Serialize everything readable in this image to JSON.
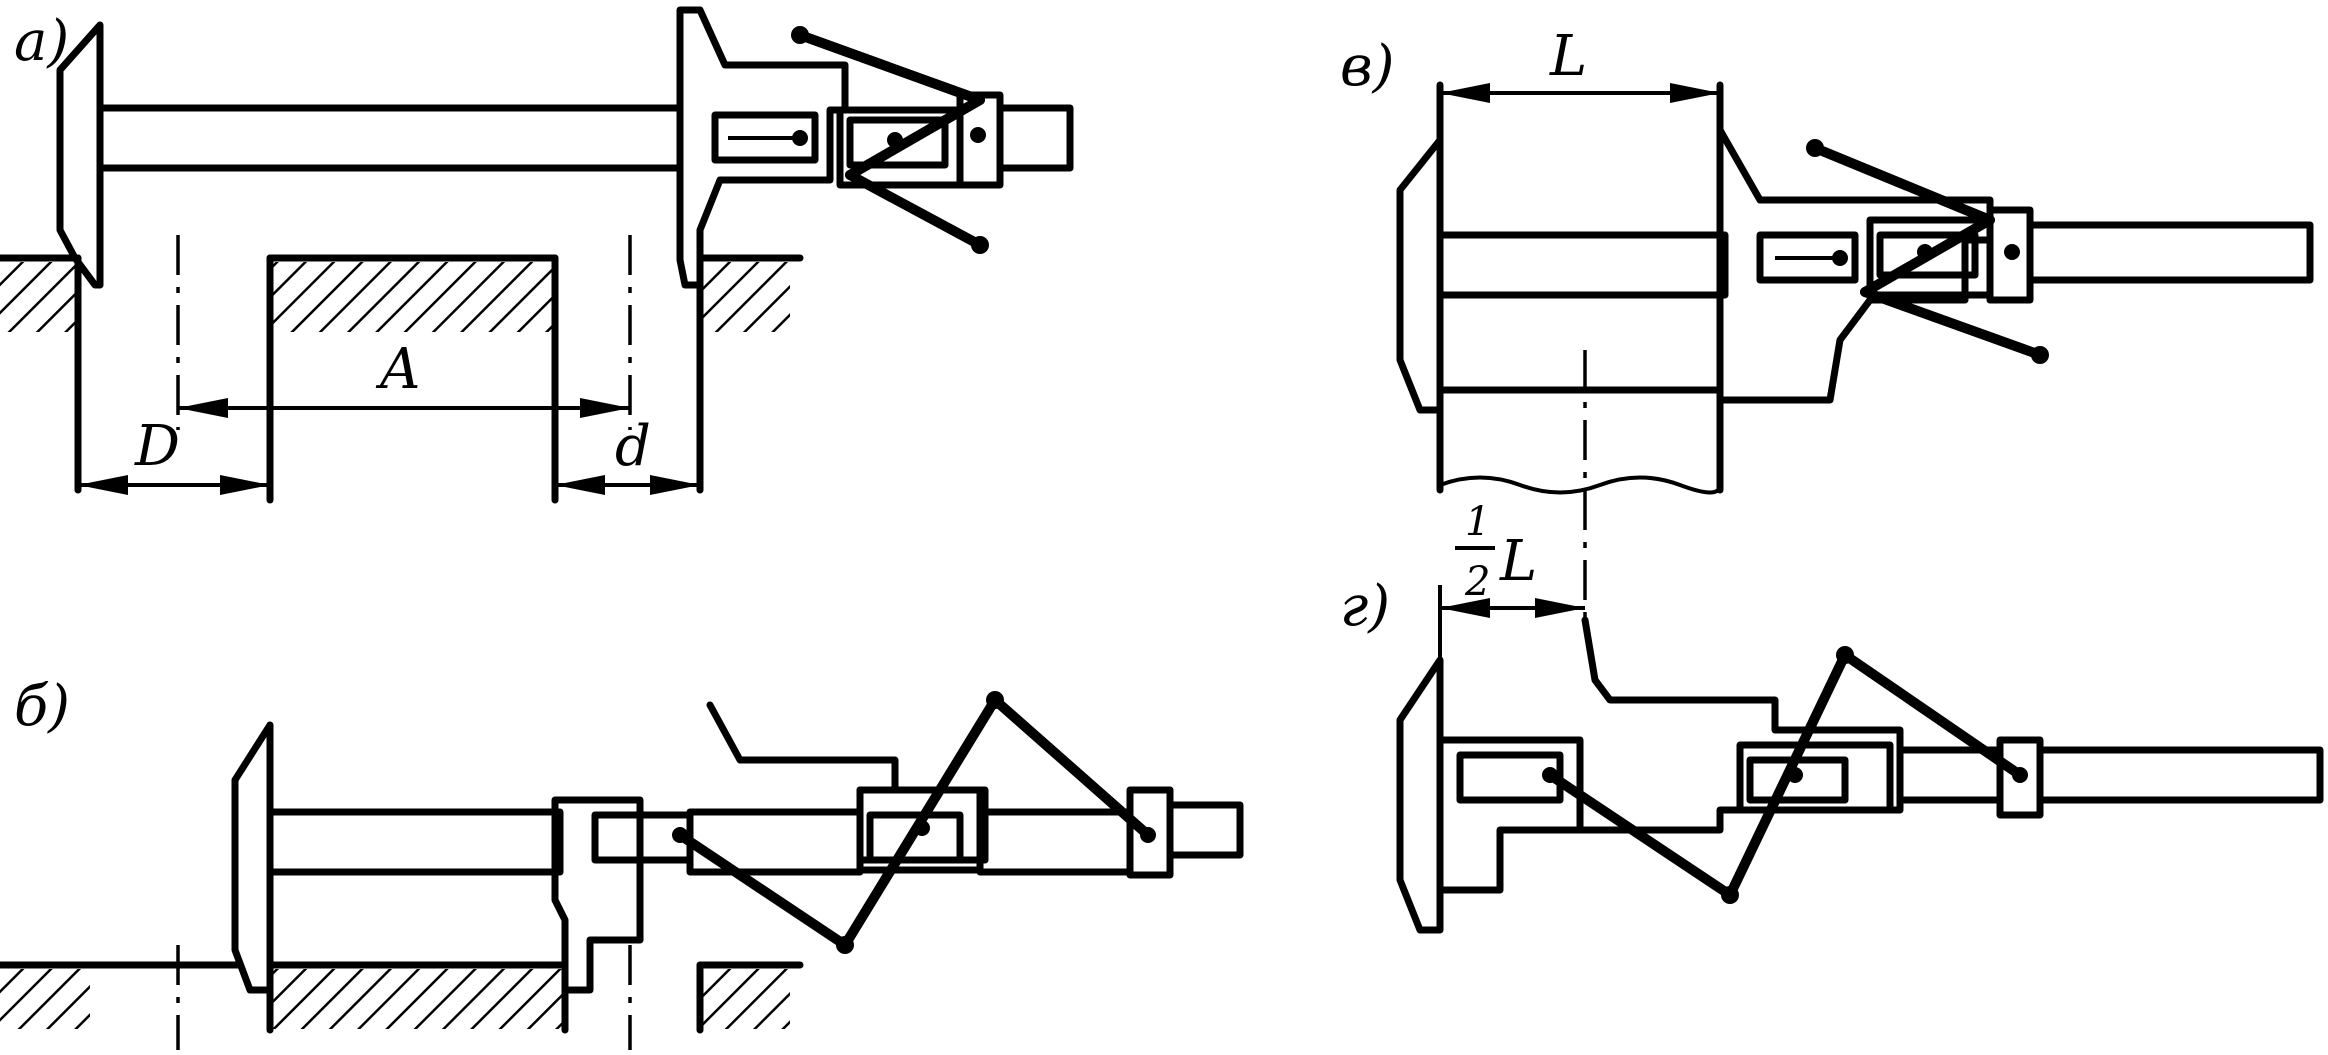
{
  "figure": {
    "panels": [
      {
        "id": "a",
        "label": "а)"
      },
      {
        "id": "b",
        "label": "б)"
      },
      {
        "id": "v",
        "label": "в)"
      },
      {
        "id": "g",
        "label": "г)"
      }
    ],
    "dimensions": {
      "a": {
        "A": "A",
        "D": "D",
        "d": "d"
      },
      "v": {
        "L": "L"
      },
      "g": {
        "half_numerator": "1",
        "half_denominator": "2",
        "half_var": "L"
      }
    }
  },
  "colors": {
    "ink": "#000000",
    "background": "#ffffff"
  }
}
